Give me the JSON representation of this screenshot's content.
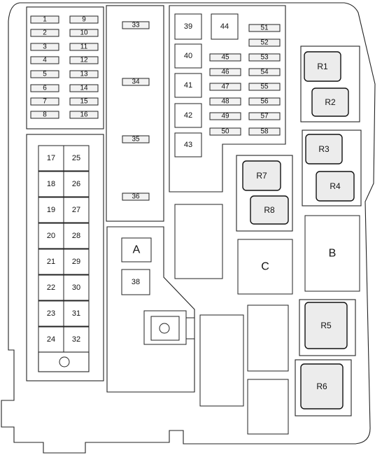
{
  "mini_fuses_left": [
    {
      "id": "fuse-1",
      "label": "1"
    },
    {
      "id": "fuse-2",
      "label": "2"
    },
    {
      "id": "fuse-3",
      "label": "3"
    },
    {
      "id": "fuse-4",
      "label": "4"
    },
    {
      "id": "fuse-5",
      "label": "5"
    },
    {
      "id": "fuse-6",
      "label": "6"
    },
    {
      "id": "fuse-7",
      "label": "7"
    },
    {
      "id": "fuse-8",
      "label": "8"
    }
  ],
  "mini_fuses_right": [
    {
      "id": "fuse-9",
      "label": "9"
    },
    {
      "id": "fuse-10",
      "label": "10"
    },
    {
      "id": "fuse-11",
      "label": "11"
    },
    {
      "id": "fuse-12",
      "label": "12"
    },
    {
      "id": "fuse-13",
      "label": "13"
    },
    {
      "id": "fuse-14",
      "label": "14"
    },
    {
      "id": "fuse-15",
      "label": "15"
    },
    {
      "id": "fuse-16",
      "label": "16"
    }
  ],
  "cartridge_fuses_left": [
    {
      "id": "fuse-17",
      "label": "17"
    },
    {
      "id": "fuse-18",
      "label": "18"
    },
    {
      "id": "fuse-19",
      "label": "19"
    },
    {
      "id": "fuse-20",
      "label": "20"
    },
    {
      "id": "fuse-21",
      "label": "21"
    },
    {
      "id": "fuse-22",
      "label": "22"
    },
    {
      "id": "fuse-23",
      "label": "23"
    },
    {
      "id": "fuse-24",
      "label": "24"
    }
  ],
  "cartridge_fuses_right": [
    {
      "id": "fuse-25",
      "label": "25"
    },
    {
      "id": "fuse-26",
      "label": "26"
    },
    {
      "id": "fuse-27",
      "label": "27"
    },
    {
      "id": "fuse-28",
      "label": "28"
    },
    {
      "id": "fuse-29",
      "label": "29"
    },
    {
      "id": "fuse-30",
      "label": "30"
    },
    {
      "id": "fuse-31",
      "label": "31"
    },
    {
      "id": "fuse-32",
      "label": "32"
    }
  ],
  "tall_column_fuses": [
    {
      "id": "fuse-33",
      "label": "33"
    },
    {
      "id": "fuse-34",
      "label": "34"
    },
    {
      "id": "fuse-35",
      "label": "35"
    },
    {
      "id": "fuse-36",
      "label": "36"
    }
  ],
  "square_fuses": [
    {
      "id": "fuse-39",
      "label": "39"
    },
    {
      "id": "fuse-44",
      "label": "44"
    },
    {
      "id": "fuse-40",
      "label": "40"
    },
    {
      "id": "fuse-41",
      "label": "41"
    },
    {
      "id": "fuse-42",
      "label": "42"
    },
    {
      "id": "fuse-43",
      "label": "43"
    },
    {
      "id": "fuse-38",
      "label": "38"
    }
  ],
  "small_fuses_mid": [
    {
      "id": "fuse-45",
      "label": "45"
    },
    {
      "id": "fuse-46",
      "label": "46"
    },
    {
      "id": "fuse-47",
      "label": "47"
    },
    {
      "id": "fuse-48",
      "label": "48"
    },
    {
      "id": "fuse-49",
      "label": "49"
    },
    {
      "id": "fuse-50",
      "label": "50"
    }
  ],
  "small_fuses_right": [
    {
      "id": "fuse-51",
      "label": "51"
    },
    {
      "id": "fuse-52",
      "label": "52"
    },
    {
      "id": "fuse-53",
      "label": "53"
    },
    {
      "id": "fuse-54",
      "label": "54"
    },
    {
      "id": "fuse-55",
      "label": "55"
    },
    {
      "id": "fuse-56",
      "label": "56"
    },
    {
      "id": "fuse-57",
      "label": "57"
    },
    {
      "id": "fuse-58",
      "label": "58"
    }
  ],
  "relays": [
    {
      "id": "relay-r1",
      "label": "R1"
    },
    {
      "id": "relay-r2",
      "label": "R2"
    },
    {
      "id": "relay-r3",
      "label": "R3"
    },
    {
      "id": "relay-r4",
      "label": "R4"
    },
    {
      "id": "relay-r5",
      "label": "R5"
    },
    {
      "id": "relay-r6",
      "label": "R6"
    },
    {
      "id": "relay-r7",
      "label": "R7"
    },
    {
      "id": "relay-r8",
      "label": "R8"
    }
  ],
  "blocks": [
    {
      "id": "block-a",
      "label": "A"
    },
    {
      "id": "block-b",
      "label": "B"
    },
    {
      "id": "block-c",
      "label": "C"
    }
  ]
}
